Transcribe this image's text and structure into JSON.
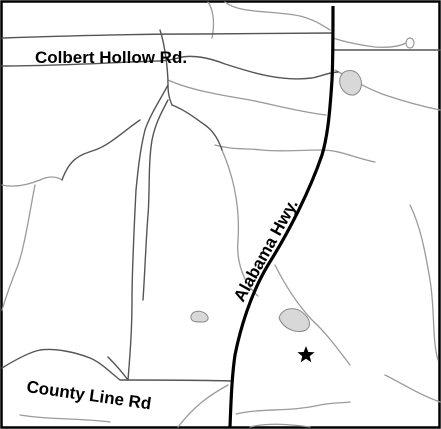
{
  "map": {
    "labels": {
      "colbert_hollow_rd": "Colbert Hollow Rd.",
      "alabama_hwy": "Alabama Hwy.",
      "county_line_rd": "County Line Rd"
    },
    "colors": {
      "background": "#ffffff",
      "border": "#000000",
      "highway": "#000000",
      "major_road": "#555555",
      "stream": "#9a9a9a",
      "pond_fill": "#d8d8d8",
      "pond_stroke": "#8a8a8a",
      "marker": "#000000"
    },
    "marker_icon": "star-icon"
  }
}
